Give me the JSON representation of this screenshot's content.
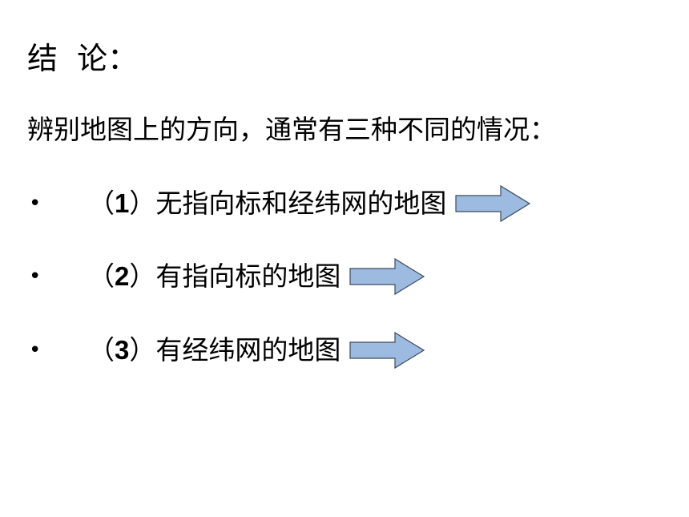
{
  "slide": {
    "title": "结  论：",
    "intro": "辨别地图上的方向，通常有三种不同的情况：",
    "bullet_char": "•",
    "items": [
      {
        "open": "（",
        "num": "1",
        "close": "）",
        "label": "无指向标和经纬网的地图",
        "arrow_icon": "right-arrow-icon"
      },
      {
        "open": "（",
        "num": "2",
        "close": "）",
        "label": "有指向标的地图",
        "arrow_icon": "right-arrow-icon"
      },
      {
        "open": "（",
        "num": "3",
        "close": "）",
        "label": "有经纬网的地图",
        "arrow_icon": "right-arrow-icon"
      }
    ],
    "colors": {
      "text": "#000000",
      "arrow_fill": "#9dbbe0",
      "arrow_stroke": "#3c4a5a",
      "background": "#ffffff"
    }
  }
}
